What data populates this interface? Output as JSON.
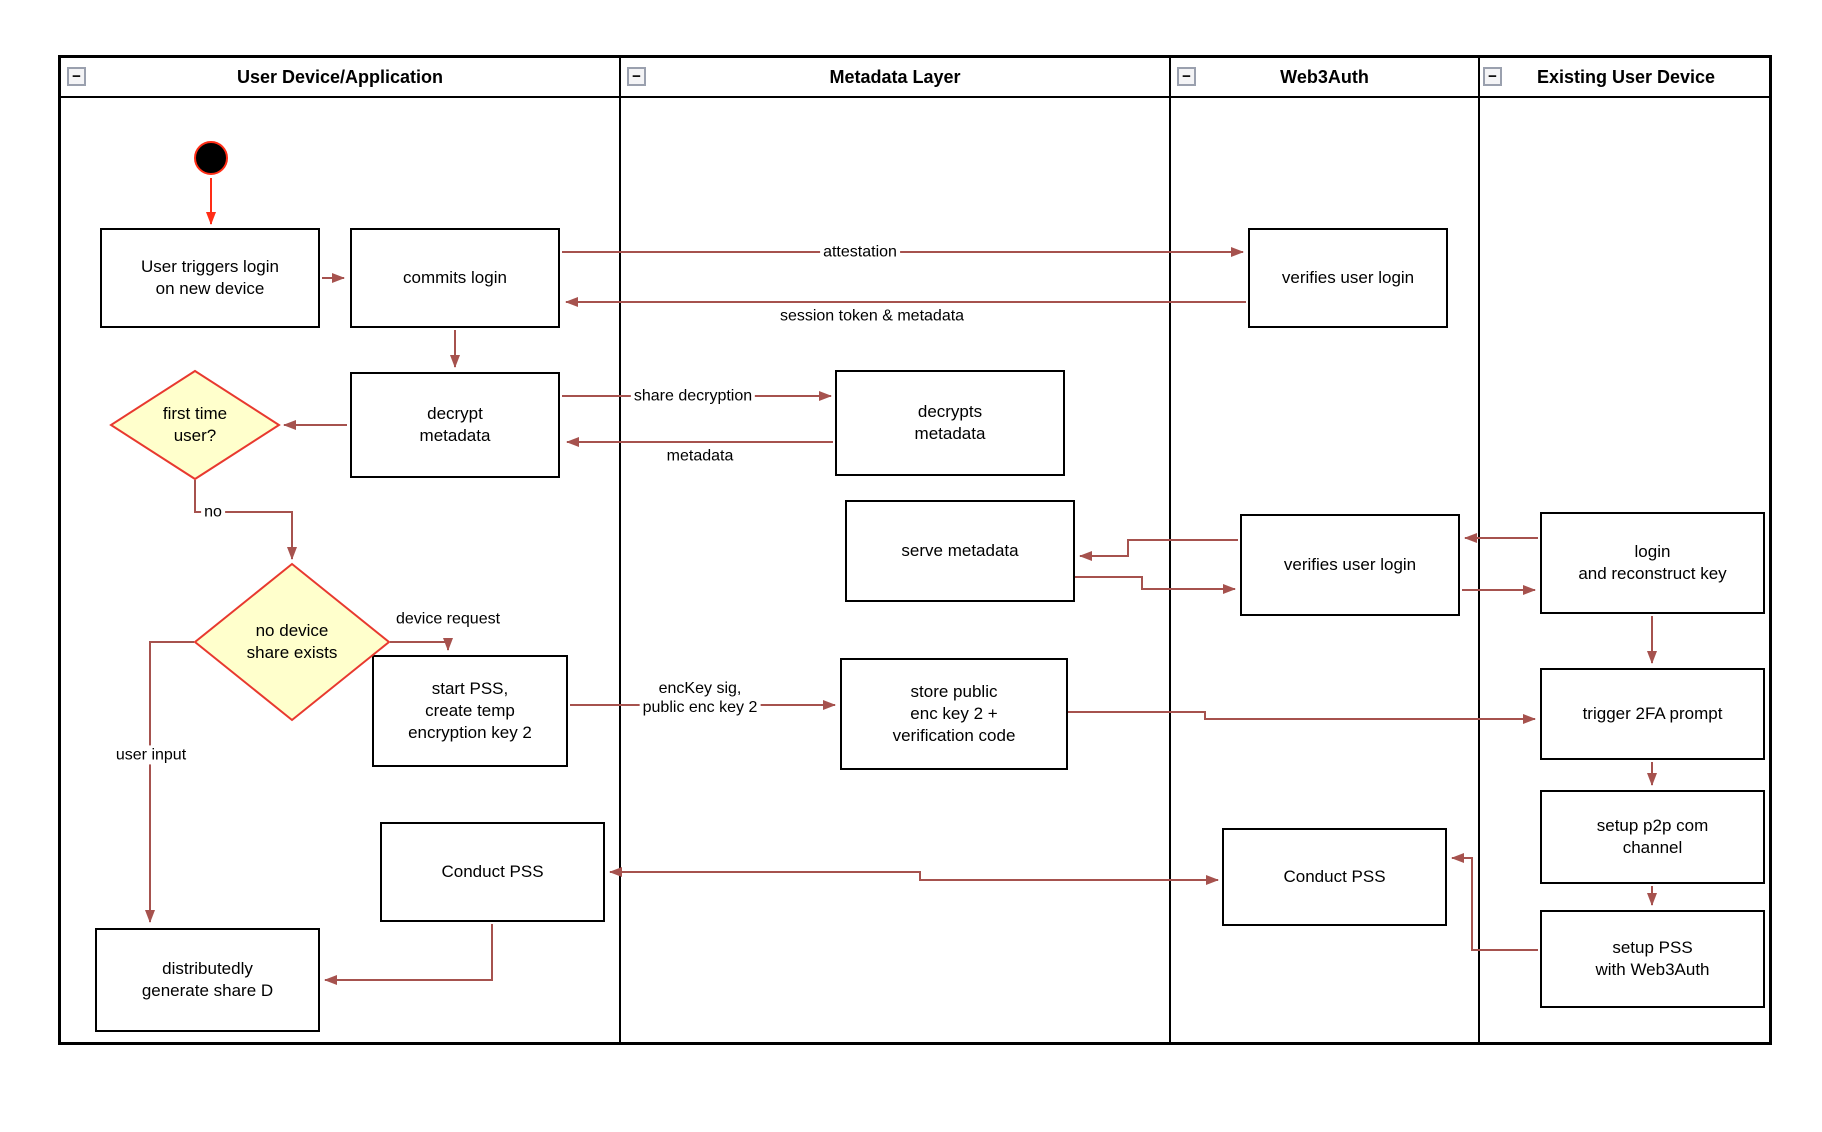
{
  "lanes": [
    {
      "title": "User Device/Application"
    },
    {
      "title": "Metadata Layer"
    },
    {
      "title": "Web3Auth"
    },
    {
      "title": "Existing User Device"
    }
  ],
  "icons": {
    "collapse": "−"
  },
  "nodes": {
    "user_triggers": {
      "label": "User triggers login\non new device"
    },
    "commits_login": {
      "label": "commits login"
    },
    "verifies_user_login_1": {
      "label": "verifies user login"
    },
    "decrypt_metadata": {
      "label": "decrypt\nmetadata"
    },
    "decrypts_metadata": {
      "label": "decrypts\nmetadata"
    },
    "first_time_user": {
      "label": "first time\nuser?"
    },
    "serve_metadata": {
      "label": "serve metadata"
    },
    "verifies_user_login_2": {
      "label": "verifies user login"
    },
    "login_reconstruct": {
      "label": "login\nand reconstruct key"
    },
    "no_device_share": {
      "label": "no device\nshare exists"
    },
    "start_pss": {
      "label": "start PSS,\ncreate temp\nencryption key 2"
    },
    "store_public": {
      "label": "store public\nenc key 2 +\nverification code"
    },
    "trigger_2fa": {
      "label": "trigger 2FA prompt"
    },
    "setup_p2p": {
      "label": "setup p2p com\nchannel"
    },
    "setup_pss": {
      "label": "setup PSS\nwith Web3Auth"
    },
    "conduct_pss_user": {
      "label": "Conduct PSS"
    },
    "conduct_pss_web3auth": {
      "label": "Conduct PSS"
    },
    "distributed_share": {
      "label": "distributedly\ngenerate share D"
    }
  },
  "edge_labels": {
    "attestation": "attestation",
    "session_token": "session token & metadata",
    "share_decryption": "share decryption",
    "metadata": "metadata",
    "no": "no",
    "device_request": "device request",
    "enc_key": "encKey sig,\npublic enc key 2",
    "user_input": "user input"
  },
  "colors": {
    "arrow": "#a6524e",
    "start_arrow": "#ff2d16",
    "diamond_fill": "#ffffcc",
    "diamond_border": "#e8392f",
    "node_border": "#000000",
    "node_fill": "#ffffff"
  }
}
